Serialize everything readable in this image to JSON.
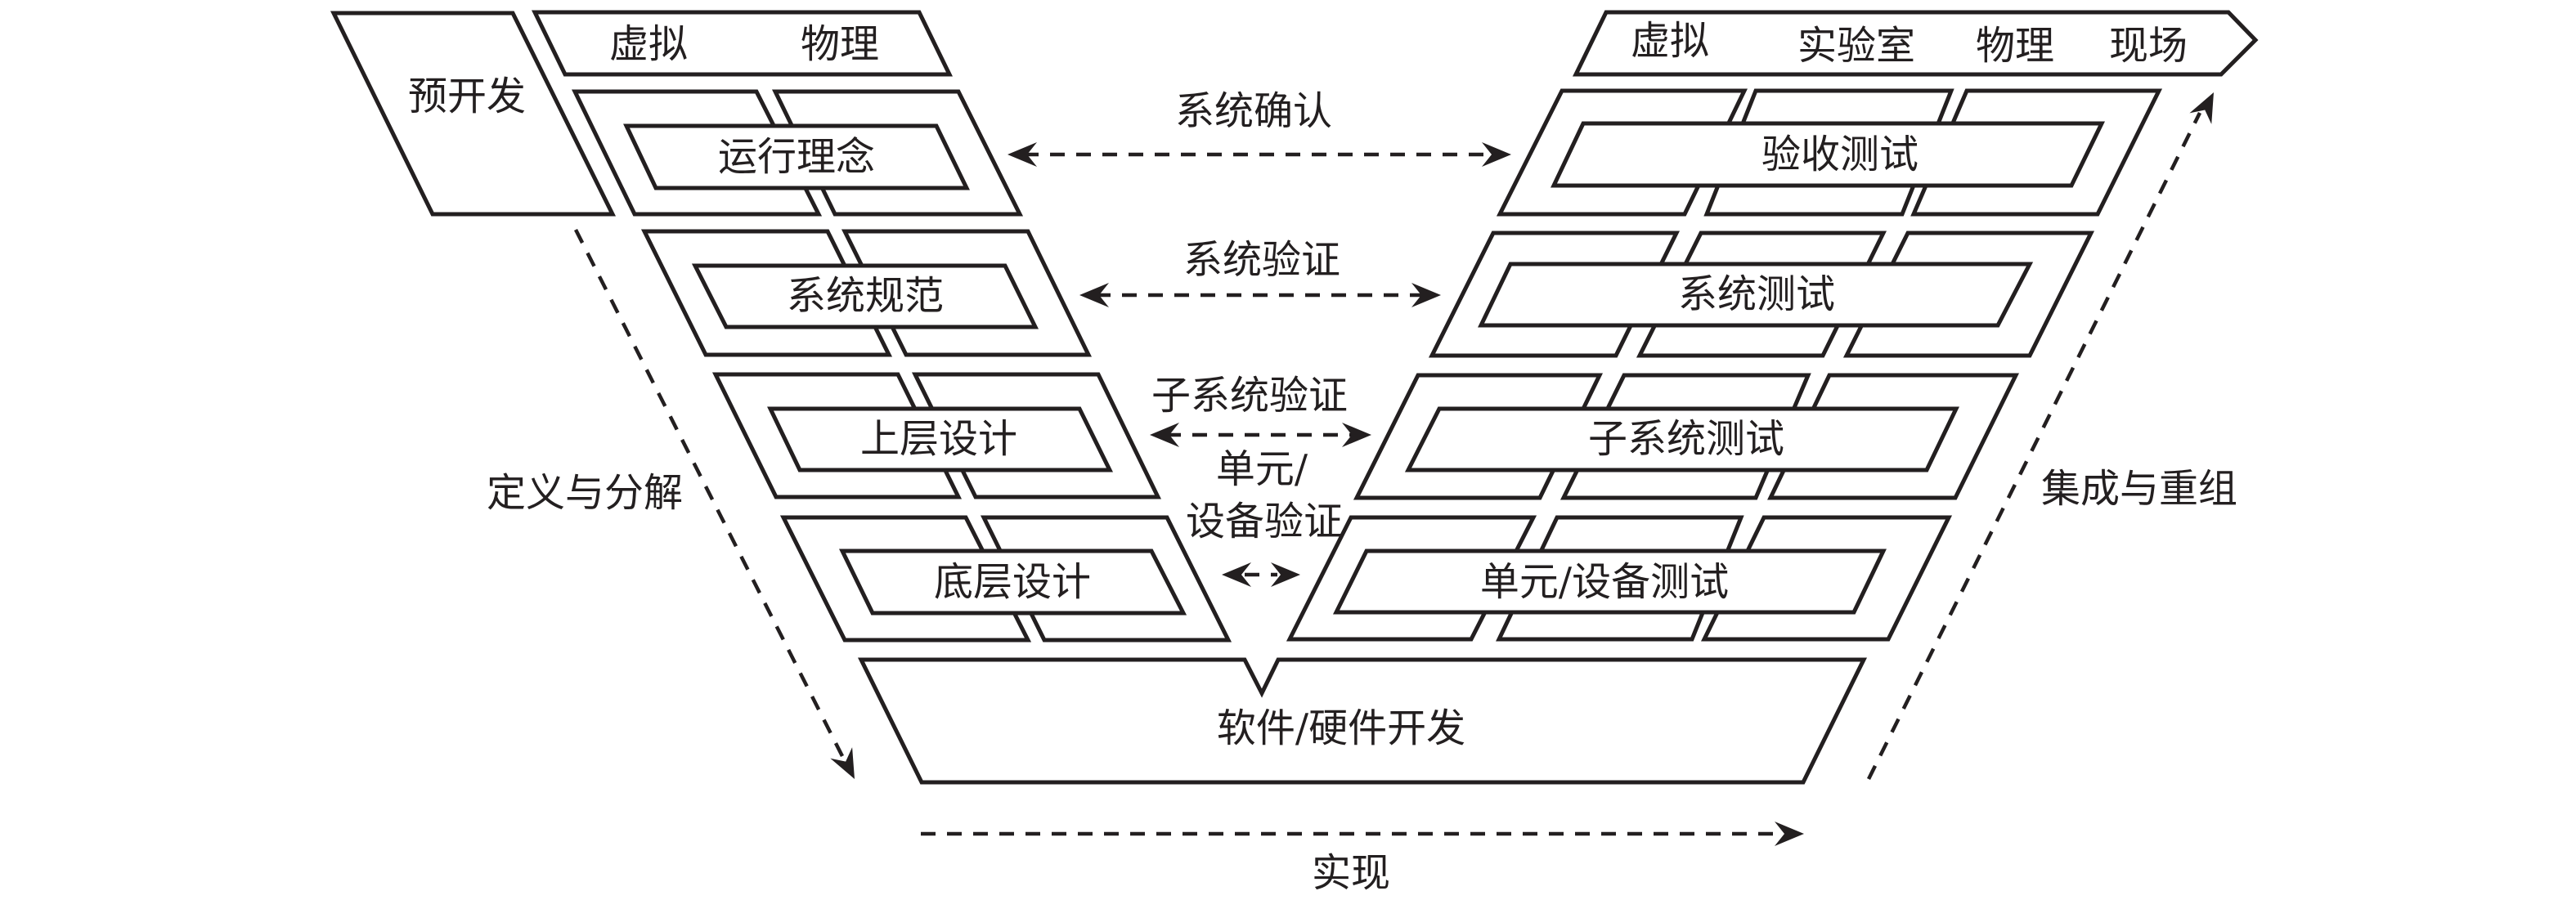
{
  "diagram": {
    "title": "V-model systems engineering lifecycle",
    "colors": {
      "stroke": "#231f20",
      "background": "#ffffff"
    },
    "pre_development": {
      "label": "预开发"
    },
    "left_header": {
      "labels": [
        "虚拟",
        "物理"
      ]
    },
    "right_header": {
      "labels": [
        "虚拟",
        "实验室",
        "物理",
        "现场"
      ]
    },
    "left_phases": [
      {
        "label": "运行理念"
      },
      {
        "label": "系统规范"
      },
      {
        "label": "上层设计"
      },
      {
        "label": "底层设计"
      }
    ],
    "right_phases": [
      {
        "label": "验收测试"
      },
      {
        "label": "系统测试"
      },
      {
        "label": "子系统测试"
      },
      {
        "label": "单元/设备测试"
      }
    ],
    "links": [
      {
        "label": "系统确认",
        "type": "bidirectional-dashed"
      },
      {
        "label": "系统验证",
        "type": "bidirectional-dashed"
      },
      {
        "label": "子系统验证",
        "type": "bidirectional-dashed"
      },
      {
        "label_line1": "单元/",
        "label_line2": "设备验证",
        "type": "bidirectional-dashed"
      }
    ],
    "bottom": {
      "label": "软件/硬件开发"
    },
    "flows": {
      "left": {
        "label": "定义与分解",
        "direction": "down"
      },
      "right": {
        "label": "集成与重组",
        "direction": "up"
      },
      "bottom": {
        "label": "实现",
        "direction": "right"
      }
    }
  }
}
